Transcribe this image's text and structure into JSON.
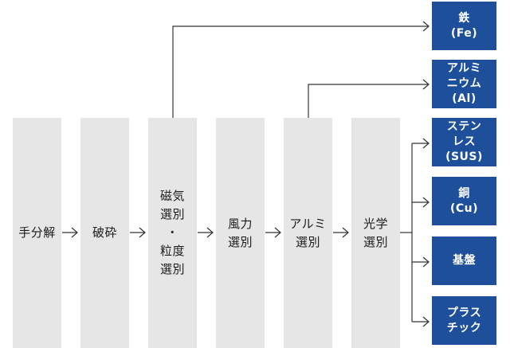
{
  "process_steps": [
    {
      "label": "手分解"
    },
    {
      "label": "破砕"
    },
    {
      "label": "磁気\n選別\n・\n粒度\n選別"
    },
    {
      "label": "風力\n選別"
    },
    {
      "label": "アルミ\n選別"
    },
    {
      "label": "光学\n選別"
    }
  ],
  "outputs": [
    {
      "label": "鉄\n(Fe)"
    },
    {
      "label": "アルミ\nニウム\n(Al)"
    },
    {
      "label": "ステン\nレス\n(SUS)"
    },
    {
      "label": "銅\n(Cu)"
    },
    {
      "label": "基盤"
    },
    {
      "label": "プラス\nチック"
    }
  ],
  "colors": {
    "step_fill": "#e6e6e6",
    "output_fill": "#1d4f9a",
    "line": "#333333"
  }
}
